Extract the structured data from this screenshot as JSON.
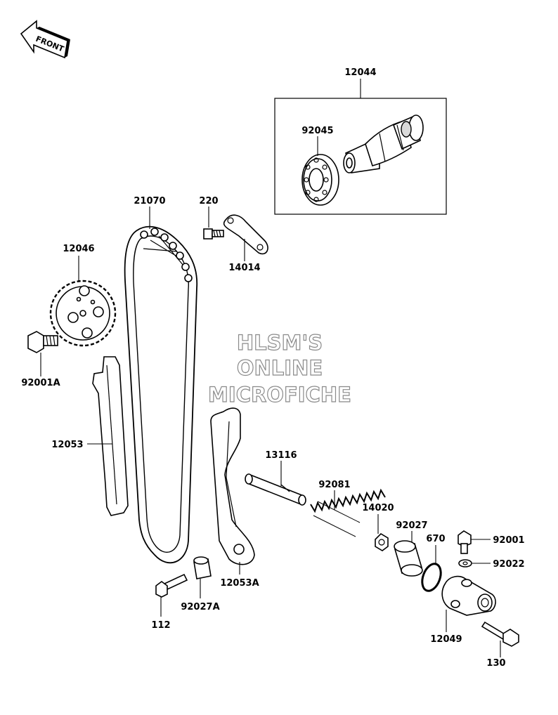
{
  "front_label": "FRONT",
  "watermark": [
    "HLSM'S",
    "ONLINE",
    "MICROFICHE"
  ],
  "parts": {
    "p12044": "12044",
    "p92045": "92045",
    "p21070": "21070",
    "p220": "220",
    "p14014": "14014",
    "p12046": "12046",
    "p92001A": "92001A",
    "p12053": "12053",
    "p13116": "13116",
    "p92081": "92081",
    "p14020": "14020",
    "p92027": "92027",
    "p670": "670",
    "p92001": "92001",
    "p92022": "92022",
    "p12053A": "12053A",
    "p92027A": "92027A",
    "p112": "112",
    "p12049": "12049",
    "p130": "130"
  }
}
